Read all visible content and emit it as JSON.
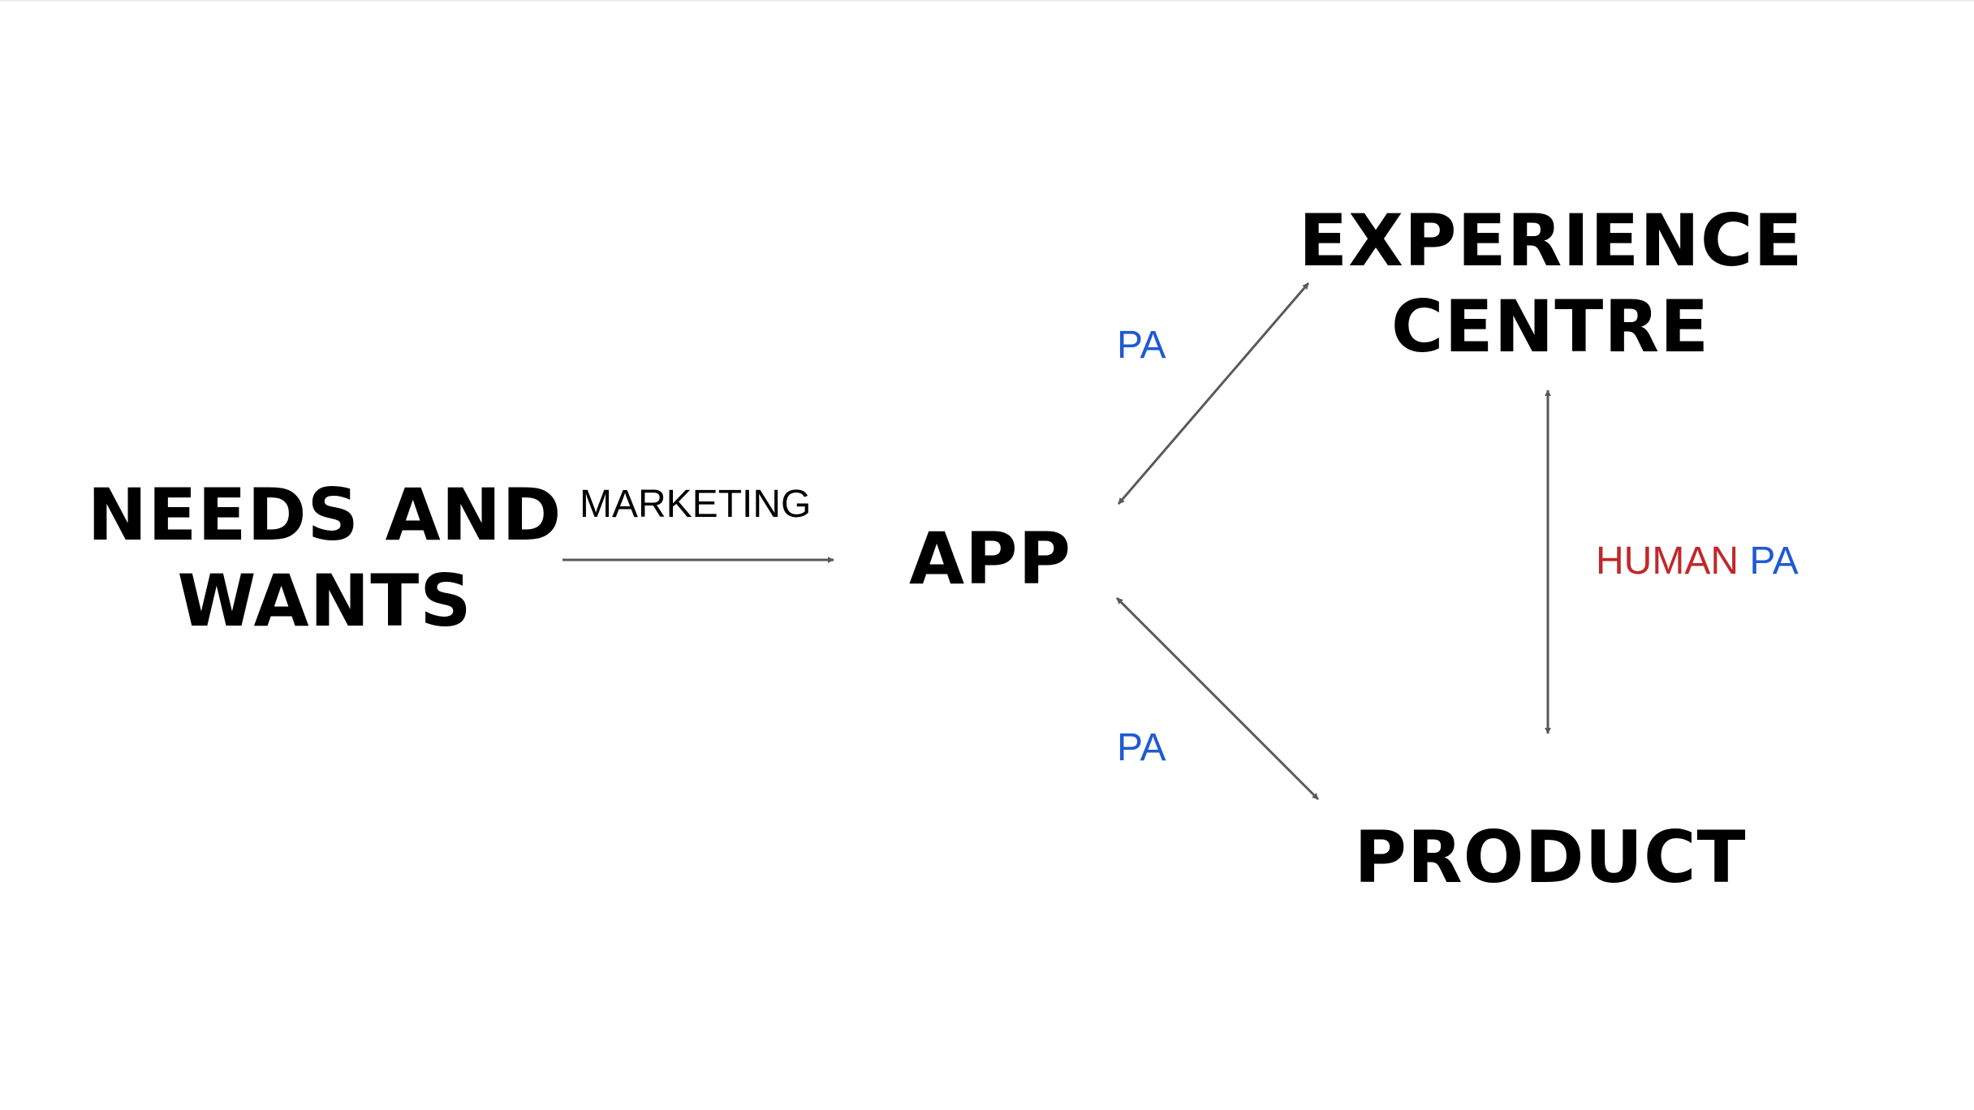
{
  "nodes": {
    "needs_and_wants": [
      "NEEDS AND",
      "WANTS"
    ],
    "app": "APP",
    "experience_centre": [
      "EXPERIENCE",
      "CENTRE"
    ],
    "product": "PRODUCT"
  },
  "edge_labels": {
    "marketing": "MARKETING",
    "pa_top": "PA",
    "pa_bottom": "PA",
    "human": "HUMAN",
    "human_pa": "PA"
  },
  "colors": {
    "node_text": "#000000",
    "arrow": "#595959",
    "pa_blue": "#1f5bd1",
    "human_red": "#c0282a"
  }
}
